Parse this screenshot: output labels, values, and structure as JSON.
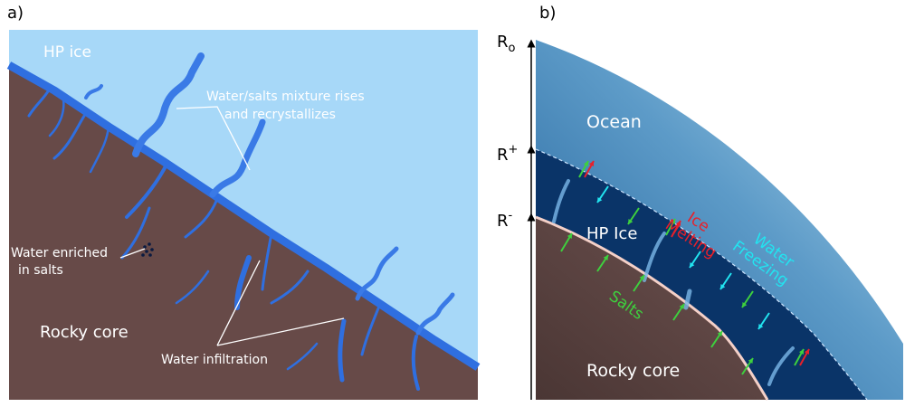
{
  "panel_a": {
    "label": "a)",
    "hp_ice": "HP ice",
    "water_salts_line1": "Water/salts mixture rises",
    "water_salts_line2": "and recrystallizes",
    "enriched_line1": "Water enriched",
    "enriched_line2": "in salts",
    "rocky_core": "Rocky core",
    "infiltration": "Water infiltration"
  },
  "panel_b": {
    "label": "b)",
    "axis_r0": "R",
    "axis_r0_sub": "o",
    "axis_rplus": "R",
    "axis_rplus_sup": "+",
    "axis_rminus": "R",
    "axis_rminus_sup": "-",
    "ocean": "Ocean",
    "hp_ice": "HP Ice",
    "ice_melting_1": "Ice",
    "ice_melting_2": "Melting",
    "water_freezing_1": "Water",
    "water_freezing_2": "Freezing",
    "salts": "Salts",
    "rocky_core": "Rocky core"
  },
  "colors": {
    "hp_ice_light": "#a7d8f8",
    "channel_blue": "#2f6fe0",
    "rock": "#674a48",
    "ocean_light": "#9ecbe6",
    "hp_ice_dark": "#0a3468",
    "melting_red": "#e8202a",
    "freezing_cyan": "#22e4f0",
    "salts_green": "#3ed03e"
  }
}
